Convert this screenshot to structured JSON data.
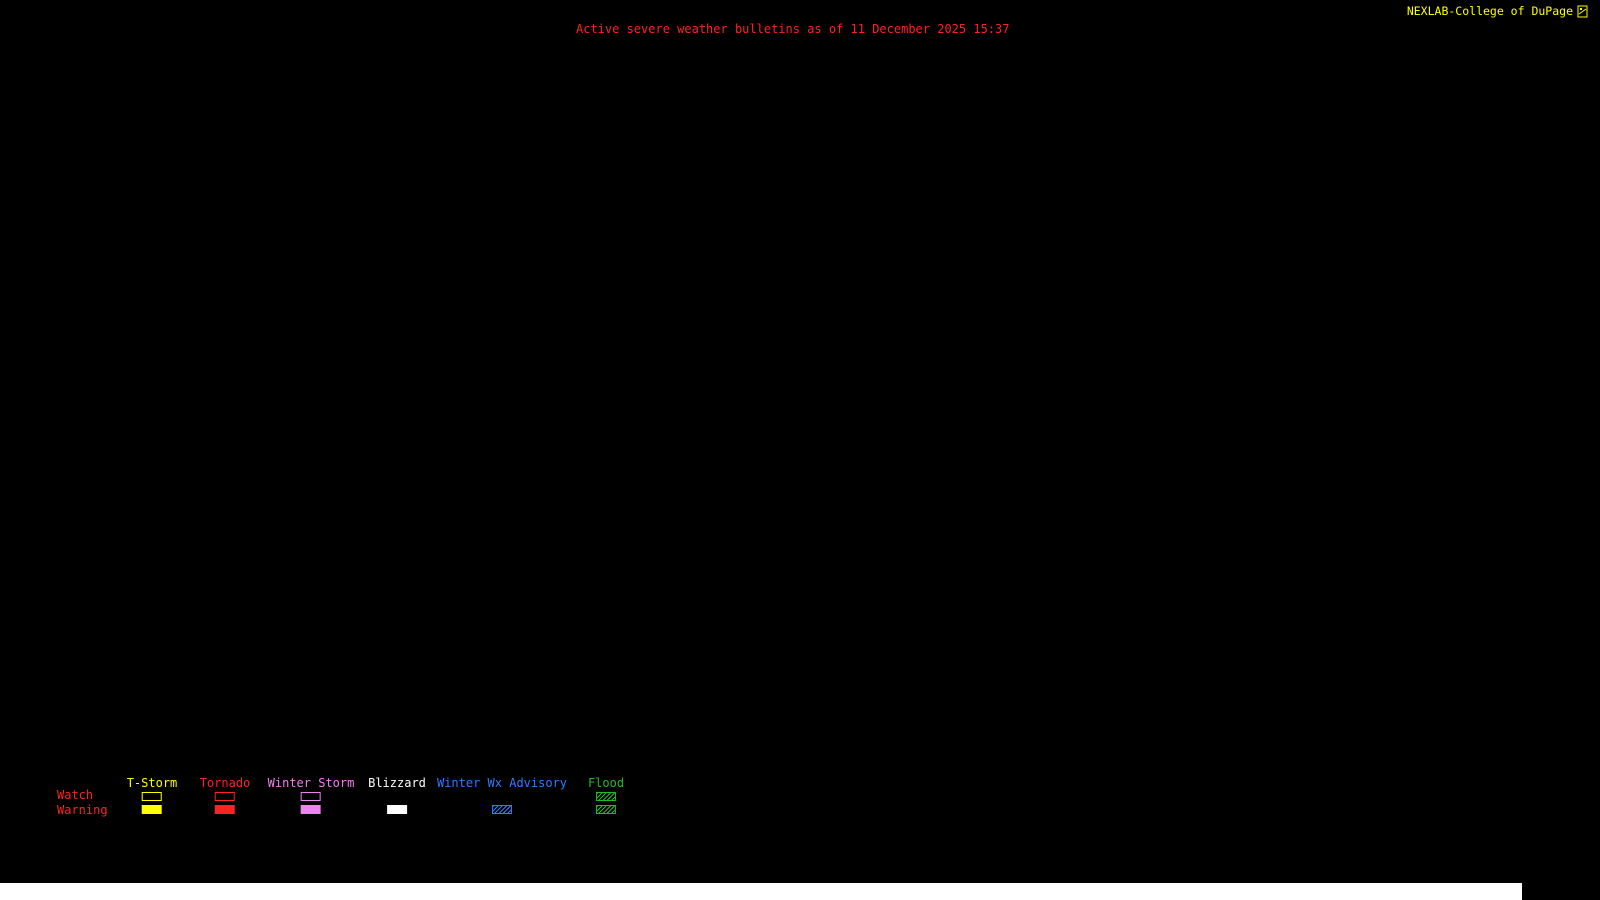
{
  "header": {
    "bulletin_title": "Active severe weather bulletins as of 11 December 2025 15:37",
    "bulletin_title_color": "#ff2222",
    "brand_label": "NEXLAB-College of DuPage",
    "brand_color": "#ffff00",
    "brand_logo": "nexlab-logo-icon"
  },
  "legend": {
    "watch_label": "Watch",
    "warning_label": "Warning",
    "row_label_color": "#ff2222",
    "categories": [
      {
        "label": "T-Storm",
        "color": "#ffff00",
        "watch": "outline",
        "warning": "fill"
      },
      {
        "label": "Tornado",
        "color": "#ff2222",
        "watch": "outline",
        "warning": "fill"
      },
      {
        "label": "Winter Storm",
        "color": "#ee82ee",
        "watch": "outline",
        "warning": "fill"
      },
      {
        "label": "Blizzard",
        "color": "#ffffff",
        "watch": "none",
        "warning": "fill"
      },
      {
        "label": "Winter Wx Advisory",
        "color": "#2e7cff",
        "watch": "none",
        "warning": "hatch"
      },
      {
        "label": "Flood",
        "color": "#22bb22",
        "watch": "hatch",
        "warning": "hatch"
      }
    ]
  },
  "footer": {
    "bar_color": "#ffffff"
  }
}
